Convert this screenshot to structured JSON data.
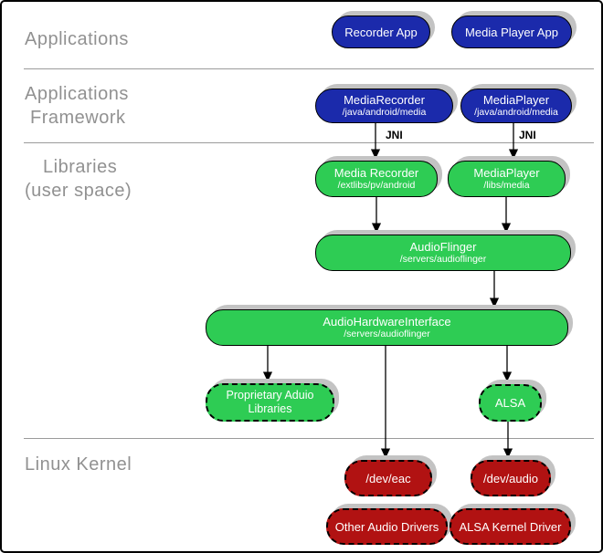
{
  "colors": {
    "blue": "#1b2aab",
    "green": "#2ecc54",
    "red": "#b11212",
    "shadow": "#c3c3c3",
    "label_gray": "#919191",
    "divider_gray": "#9b9b9b",
    "node_text": "#ffffff"
  },
  "layers": {
    "applications": "Applications",
    "framework_line1": "Applications",
    "framework_line2": "Framework",
    "libraries_line1": "Libraries",
    "libraries_line2": "(user space)",
    "kernel": "Linux Kernel"
  },
  "edge_labels": {
    "jni_left": "JNI",
    "jni_right": "JNI"
  },
  "nodes": {
    "recorder_app": {
      "title": "Recorder App"
    },
    "media_player_app": {
      "title": "Media Player App"
    },
    "media_recorder_fw": {
      "title": "MediaRecorder",
      "path": "/java/android/media"
    },
    "media_player_fw": {
      "title": "MediaPlayer",
      "path": "/java/android/media"
    },
    "media_recorder_lib": {
      "title": "Media Recorder",
      "path": "/extlibs/pv/android"
    },
    "media_player_lib": {
      "title": "MediaPlayer",
      "path": "/libs/media"
    },
    "audio_flinger": {
      "title": "AudioFlinger",
      "path": "/servers/audioflinger"
    },
    "audio_hw_interface": {
      "title": "AudioHardwareInterface",
      "path": "/servers/audioflinger"
    },
    "proprietary_audio_libs": {
      "title": "Proprietary Aduio Libraries"
    },
    "alsa": {
      "title": "ALSA"
    },
    "dev_eac": {
      "title": "/dev/eac"
    },
    "dev_audio": {
      "title": "/dev/audio"
    },
    "other_audio_drivers": {
      "title": "Other Audio Drivers"
    },
    "alsa_kernel_driver": {
      "title": "ALSA Kernel Driver"
    }
  }
}
